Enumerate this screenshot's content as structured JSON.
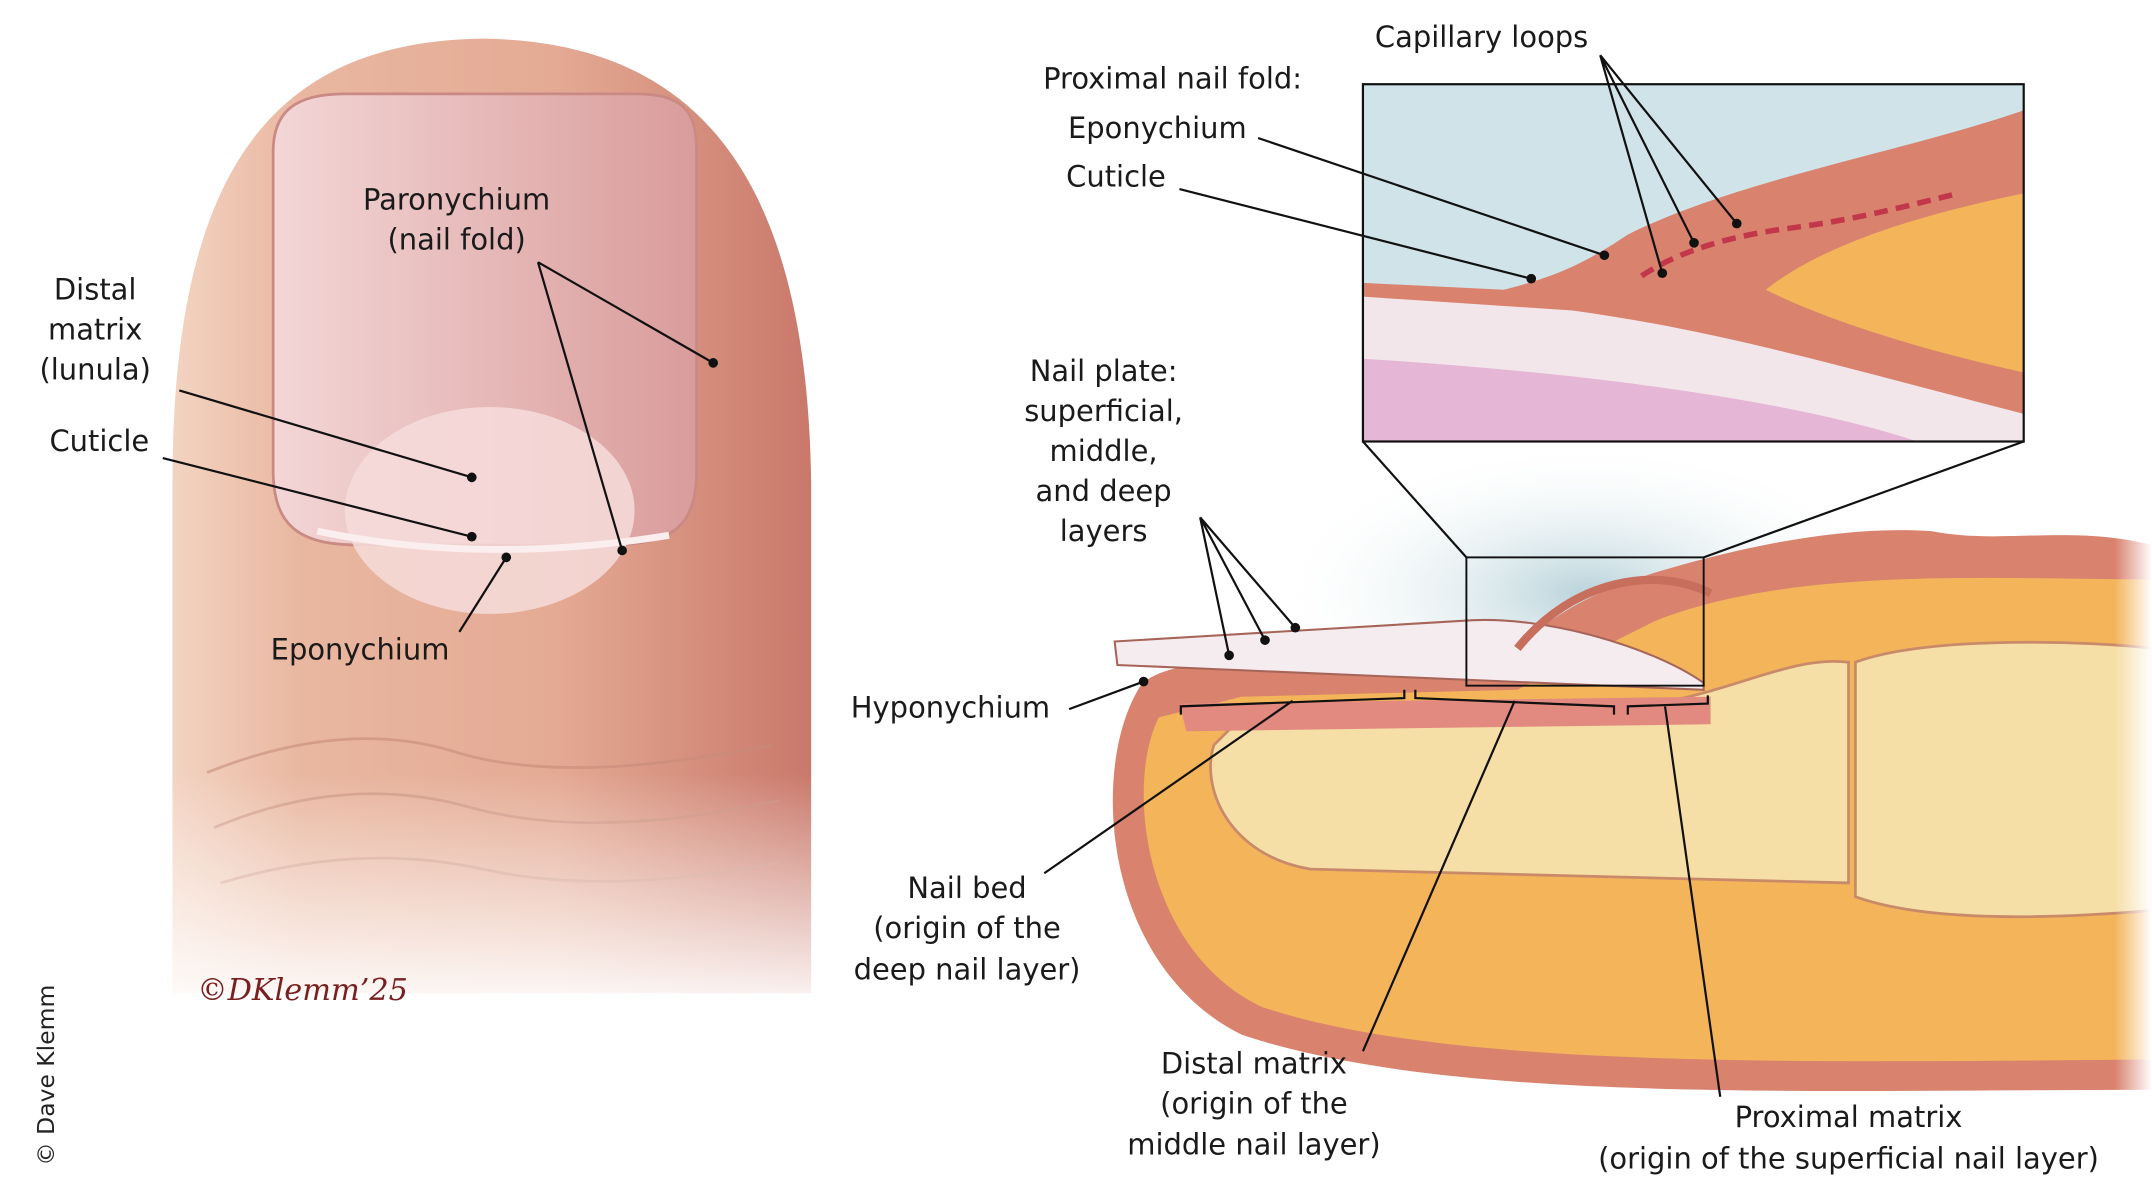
{
  "left_view": {
    "paronychium": [
      "Paronychium",
      "(nail fold)"
    ],
    "distal_matrix": [
      "Distal",
      "matrix",
      "(lunula)"
    ],
    "cuticle": "Cuticle",
    "eponychium": "Eponychium",
    "signature": "©DKlemm’25"
  },
  "inset": {
    "capillary_loops": "Capillary loops",
    "proximal_nail_fold": "Proximal nail fold:",
    "eponychium": "Eponychium",
    "cuticle": "Cuticle"
  },
  "section_view": {
    "nail_plate": [
      "Nail plate:",
      "superficial,",
      "middle,",
      "and deep",
      "layers"
    ],
    "hyponychium": "Hyponychium",
    "nail_bed": [
      "Nail bed",
      "(origin of the",
      "deep nail layer)"
    ],
    "distal_matrix": [
      "Distal matrix",
      "(origin of the",
      "middle nail layer)"
    ],
    "proximal_matrix": [
      "Proximal matrix",
      "(origin of the superficial nail layer)"
    ]
  },
  "credit": "© Dave Klemm",
  "colors": {
    "skin": "#e8b49e",
    "nail": "#f2cfd0",
    "bone": "#f6dfa6",
    "fat": "#f3b45a",
    "dermis": "#d9826e",
    "sky": "#c8dde3"
  }
}
